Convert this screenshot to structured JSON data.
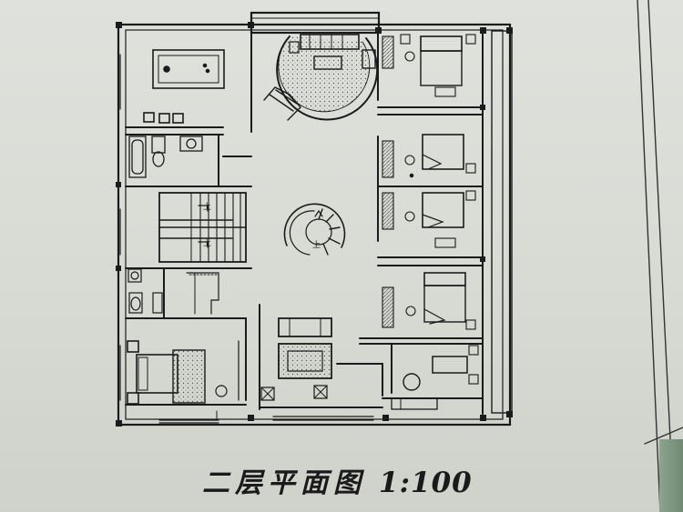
{
  "drawing": {
    "title": "二层平面图",
    "scale": "1:100",
    "stair_label_left": "上",
    "stair_label_right": "上",
    "spiral_label": "上"
  },
  "colors": {
    "paper": "#dfe1dc",
    "ink": "#1b1b1b",
    "hatch": "#6a6a6a"
  }
}
